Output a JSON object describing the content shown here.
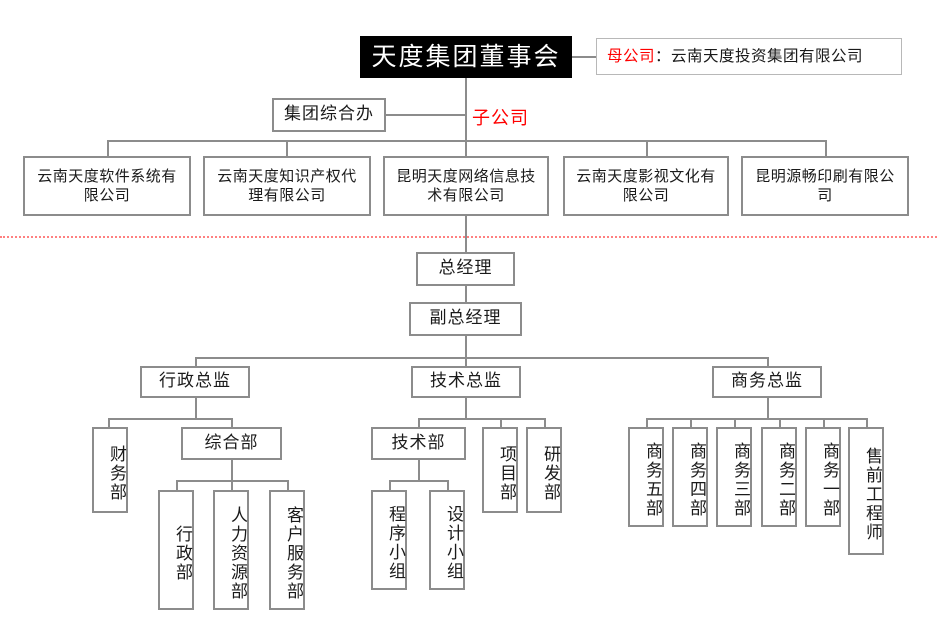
{
  "org_chart": {
    "root": {
      "label": "天度集团董事会"
    },
    "parent_company_note": {
      "tag": "母公司",
      "separator": "：",
      "name": "云南天度投资集团有限公司"
    },
    "group_office": {
      "label": "集团综合办"
    },
    "subsidiary_caption": "子公司",
    "subsidiaries": [
      {
        "label": "云南天度软件系统有限公司"
      },
      {
        "label": "云南天度知识产权代理有限公司"
      },
      {
        "label": "昆明天度网络信息技术有限公司"
      },
      {
        "label": "云南天度影视文化有限公司"
      },
      {
        "label": "昆明源畅印刷有限公司"
      }
    ],
    "general_manager": {
      "label": "总经理"
    },
    "deputy_general_manager": {
      "label": "副总经理"
    },
    "directors": [
      {
        "label": "行政总监",
        "children": [
          {
            "label": "财务部",
            "orientation": "vertical"
          },
          {
            "label": "综合部",
            "orientation": "horizontal",
            "children": [
              {
                "label": "行政部",
                "orientation": "vertical"
              },
              {
                "label": "人力资源部",
                "orientation": "vertical"
              },
              {
                "label": "客户服务部",
                "orientation": "vertical"
              }
            ]
          }
        ]
      },
      {
        "label": "技术总监",
        "children": [
          {
            "label": "技术部",
            "orientation": "horizontal",
            "children": [
              {
                "label": "程序小组",
                "orientation": "vertical"
              },
              {
                "label": "设计小组",
                "orientation": "vertical"
              }
            ]
          },
          {
            "label": "项目部",
            "orientation": "vertical"
          },
          {
            "label": "研发部",
            "orientation": "vertical"
          }
        ]
      },
      {
        "label": "商务总监",
        "children": [
          {
            "label": "商务五部",
            "orientation": "vertical"
          },
          {
            "label": "商务四部",
            "orientation": "vertical"
          },
          {
            "label": "商务三部",
            "orientation": "vertical"
          },
          {
            "label": "商务二部",
            "orientation": "vertical"
          },
          {
            "label": "商务一部",
            "orientation": "vertical"
          },
          {
            "label": "售前工程师",
            "orientation": "vertical"
          }
        ]
      }
    ],
    "colors": {
      "root_background": "#000000",
      "root_text": "#ffffff",
      "line": "#8c8c8c",
      "accent_red": "#ff0000",
      "divider": "#ff8080",
      "box_border": "#8c8c8c",
      "box_text": "#1a1a1a"
    }
  }
}
